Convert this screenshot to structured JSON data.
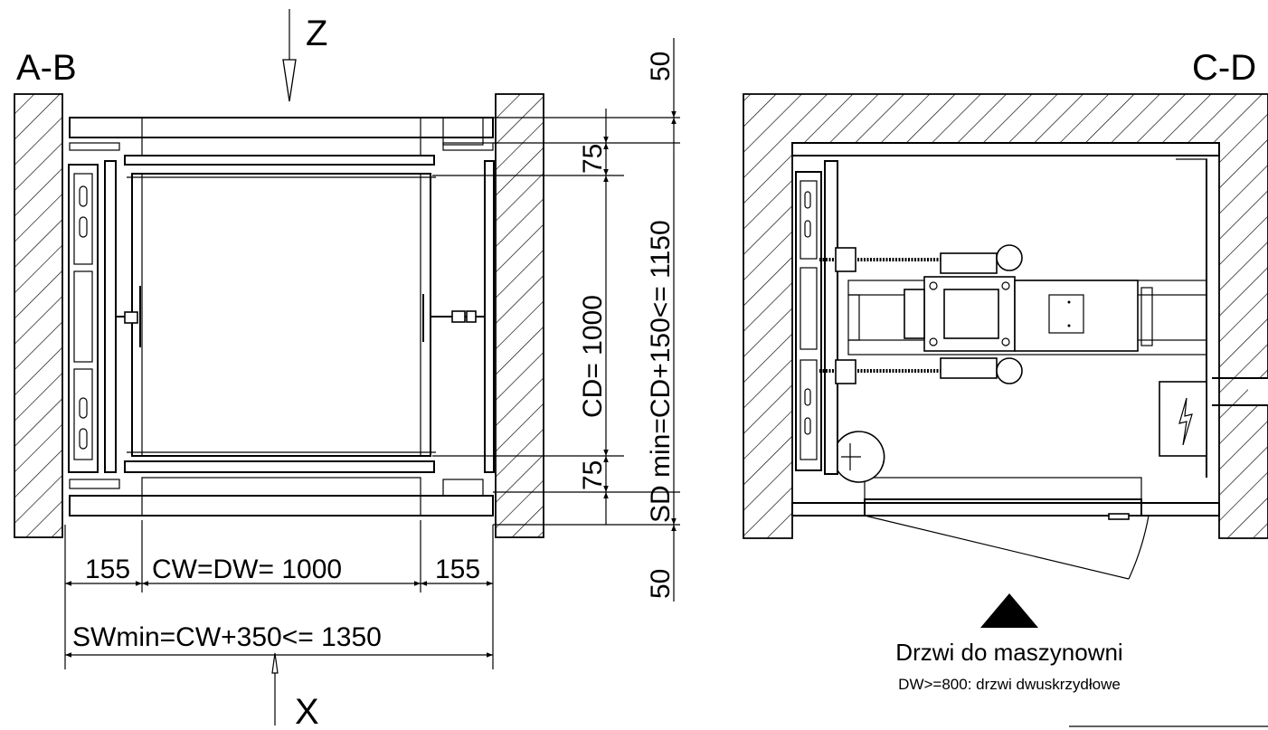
{
  "views": {
    "left": {
      "title": "A-B",
      "top_arrow_label": "Z",
      "bottom_arrow_label": "X"
    },
    "right": {
      "title": "C-D"
    }
  },
  "dimensions": {
    "left_side": "155",
    "cw_dw": "CW=DW= 1000",
    "right_side": "155",
    "sw_min": "SWmin=CW+350<= 1350",
    "top_gap": "50",
    "top_inner": "75",
    "cd": "CD= 1000",
    "bottom_inner": "75",
    "sd_min": "SD min=CD+150<= 1150",
    "bottom_gap": "50"
  },
  "notes": {
    "door_caption": "Drzwi do maszynowni",
    "door_sub": "DW>=800: drzwi dwuskrzydłowe"
  }
}
